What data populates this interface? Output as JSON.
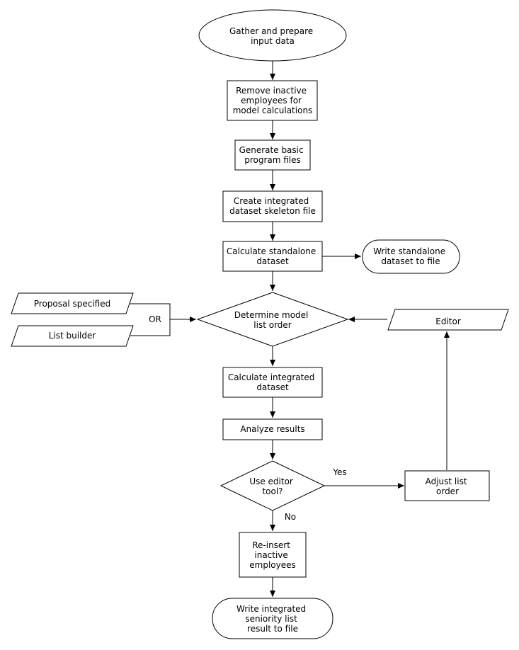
{
  "nodes": {
    "gather": {
      "lines": [
        "Gather and prepare",
        "input data"
      ]
    },
    "remove_inactive": {
      "lines": [
        "Remove inactive",
        "employees for",
        "model calculations"
      ]
    },
    "generate_basic": {
      "lines": [
        "Generate basic",
        "program files"
      ]
    },
    "create_skeleton": {
      "lines": [
        "Create integrated",
        "dataset skeleton file"
      ]
    },
    "calc_standalone": {
      "lines": [
        "Calculate standalone",
        "dataset"
      ]
    },
    "write_standalone": {
      "lines": [
        "Write standalone",
        "dataset to file"
      ]
    },
    "proposal": {
      "lines": [
        "Proposal specified"
      ]
    },
    "list_builder": {
      "lines": [
        "List builder"
      ]
    },
    "or_label": {
      "lines": [
        "OR"
      ]
    },
    "determine_order": {
      "lines": [
        "Determine model",
        "list order"
      ]
    },
    "editor": {
      "lines": [
        "Editor"
      ]
    },
    "calc_integrated": {
      "lines": [
        "Calculate integrated",
        "dataset"
      ]
    },
    "analyze": {
      "lines": [
        "Analyze results"
      ]
    },
    "use_editor": {
      "lines": [
        "Use editor",
        "tool?"
      ]
    },
    "adjust_order": {
      "lines": [
        "Adjust list",
        "order"
      ]
    },
    "reinsert": {
      "lines": [
        "Re-insert",
        "inactive",
        "employees"
      ]
    },
    "write_integrated": {
      "lines": [
        "Write integrated",
        "seniority list",
        "result to file"
      ]
    }
  },
  "edge_labels": {
    "yes": "Yes",
    "no": "No"
  }
}
